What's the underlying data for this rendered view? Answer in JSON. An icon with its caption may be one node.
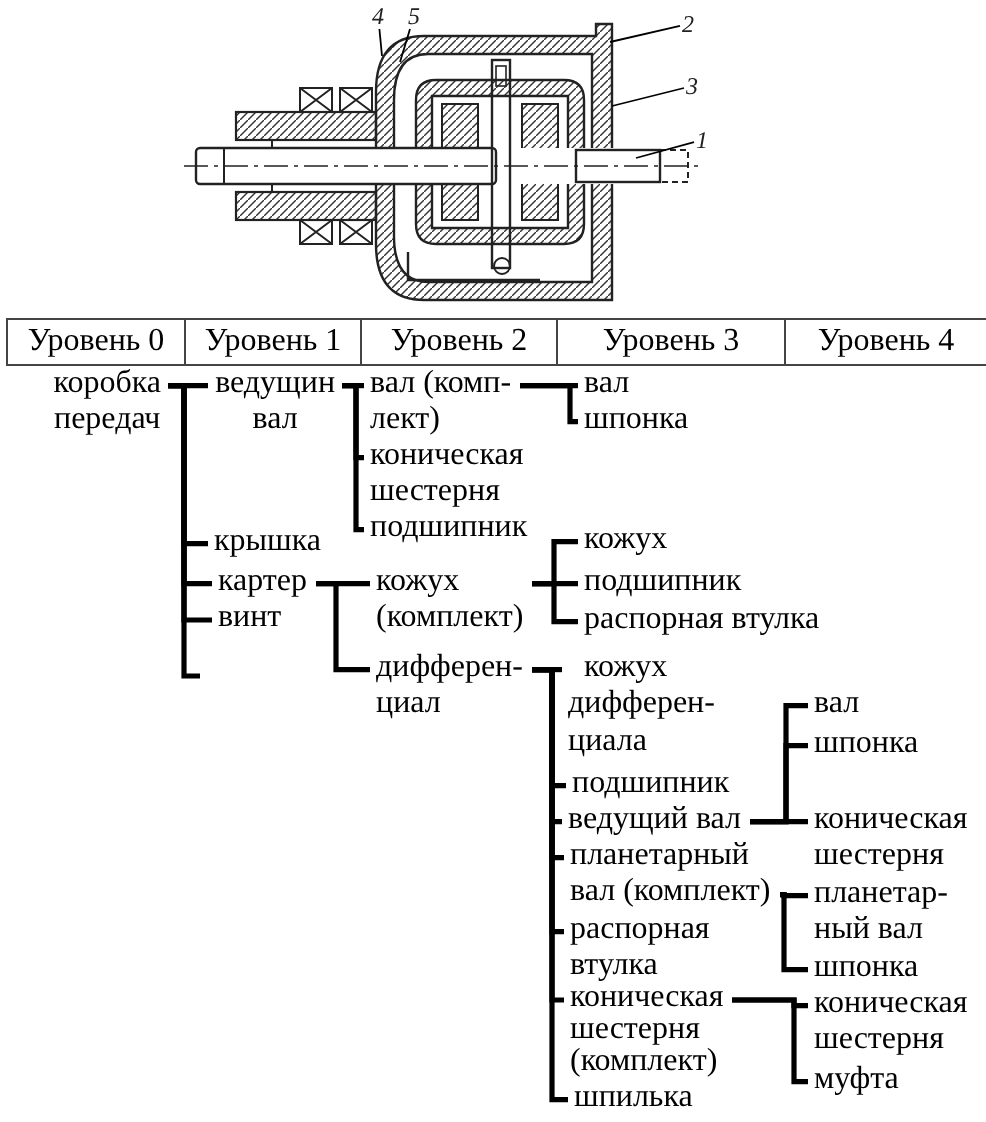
{
  "diagram": {
    "nodes": [
      {
        "text": [
          "4"
        ]
      },
      {
        "text": [
          "5"
        ]
      },
      {
        "text": [
          "2"
        ]
      },
      {
        "text": [
          "3"
        ]
      },
      {
        "text": [
          "1"
        ]
      },
      {
        "text": [
          "коробка передач"
        ]
      },
      {
        "text": [
          "ведущин вал"
        ]
      },
      {
        "text": [
          "вал (комп- лект)"
        ]
      },
      {
        "text": [
          "вал"
        ]
      },
      {
        "text": [
          "шпонка"
        ]
      },
      {
        "text": [
          "коническая шестерня"
        ]
      },
      {
        "text": [
          "подшипник"
        ]
      },
      {
        "text": [
          "крышка"
        ]
      },
      {
        "text": [
          "кожух"
        ]
      },
      {
        "text": [
          "картер"
        ]
      },
      {
        "text": [
          "кожух (комплект)"
        ]
      },
      {
        "text": [
          "подшипник"
        ]
      },
      {
        "text": [
          "винт"
        ]
      },
      {
        "text": [
          "распорная втулка"
        ]
      },
      {
        "text": [
          "дифферен- циал"
        ]
      },
      {
        "text": [
          "кожух дифферен- циала"
        ]
      },
      {
        "text": [
          "вал"
        ]
      },
      {
        "text": [
          "шпонка"
        ]
      },
      {
        "text": [
          "подшипник"
        ]
      },
      {
        "text": [
          "ведущий вал"
        ]
      },
      {
        "text": [
          "коническая шестерня"
        ]
      },
      {
        "text": [
          "планетарный вал (комплект)"
        ]
      },
      {
        "text": [
          "планетар- ный вал"
        ]
      },
      {
        "text": [
          "распорная втулка"
        ]
      },
      {
        "text": [
          "шпонка"
        ]
      },
      {
        "text": [
          "коническая шестерня (комплект)"
        ]
      },
      {
        "text": [
          "коническая шестерня"
        ]
      },
      {
        "text": [
          "муфта"
        ]
      },
      {
        "text": [
          "шпилька"
        ]
      }
    ],
    "edges": [
      {
        "from": 0,
        "to": null,
        "arrow": "none"
      },
      {
        "from": 1,
        "to": null,
        "arrow": "none"
      },
      {
        "from": 2,
        "to": null,
        "arrow": "none"
      },
      {
        "from": 3,
        "to": null,
        "arrow": "none"
      },
      {
        "from": 4,
        "to": null,
        "arrow": "none"
      },
      {
        "from": 5,
        "to": 6,
        "arrow": "none"
      },
      {
        "from": 5,
        "to": 12,
        "arrow": "none"
      },
      {
        "from": 5,
        "to": 14,
        "arrow": "none"
      },
      {
        "from": 5,
        "to": 17,
        "arrow": "none"
      },
      {
        "from": 5,
        "to": null,
        "arrow": "none"
      },
      {
        "from": 6,
        "to": 7,
        "arrow": "none"
      },
      {
        "from": 6,
        "to": 10,
        "arrow": "none"
      },
      {
        "from": 6,
        "to": 11,
        "arrow": "none"
      },
      {
        "from": 7,
        "to": 8,
        "arrow": "none"
      },
      {
        "from": 7,
        "to": 9,
        "arrow": "none"
      },
      {
        "from": 14,
        "to": 15,
        "arrow": "none"
      },
      {
        "from": 14,
        "to": 19,
        "arrow": "none"
      },
      {
        "from": 15,
        "to": 13,
        "arrow": "none"
      },
      {
        "from": 15,
        "to": 16,
        "arrow": "none"
      },
      {
        "from": 15,
        "to": 18,
        "arrow": "none"
      },
      {
        "from": 19,
        "to": 20,
        "arrow": "none"
      },
      {
        "from": 19,
        "to": 23,
        "arrow": "none"
      },
      {
        "from": 19,
        "to": 24,
        "arrow": "none"
      },
      {
        "from": 19,
        "to": 26,
        "arrow": "none"
      },
      {
        "from": 19,
        "to": 28,
        "arrow": "none"
      },
      {
        "from": 19,
        "to": 30,
        "arrow": "none"
      },
      {
        "from": 19,
        "to": 33,
        "arrow": "none"
      },
      {
        "from": 24,
        "to": 21,
        "arrow": "none"
      },
      {
        "from": 24,
        "to": 22,
        "arrow": "none"
      },
      {
        "from": 24,
        "to": 25,
        "arrow": "none"
      },
      {
        "from": 26,
        "to": 27,
        "arrow": "none"
      },
      {
        "from": 26,
        "to": 29,
        "arrow": "none"
      },
      {
        "from": 30,
        "to": 31,
        "arrow": "none"
      },
      {
        "from": 30,
        "to": 32,
        "arrow": "none"
      }
    ],
    "labels": [
      "Уровень 0",
      "Уровень 1",
      "Уровень 2",
      "Уровень 3",
      "Уровень 4"
    ]
  }
}
